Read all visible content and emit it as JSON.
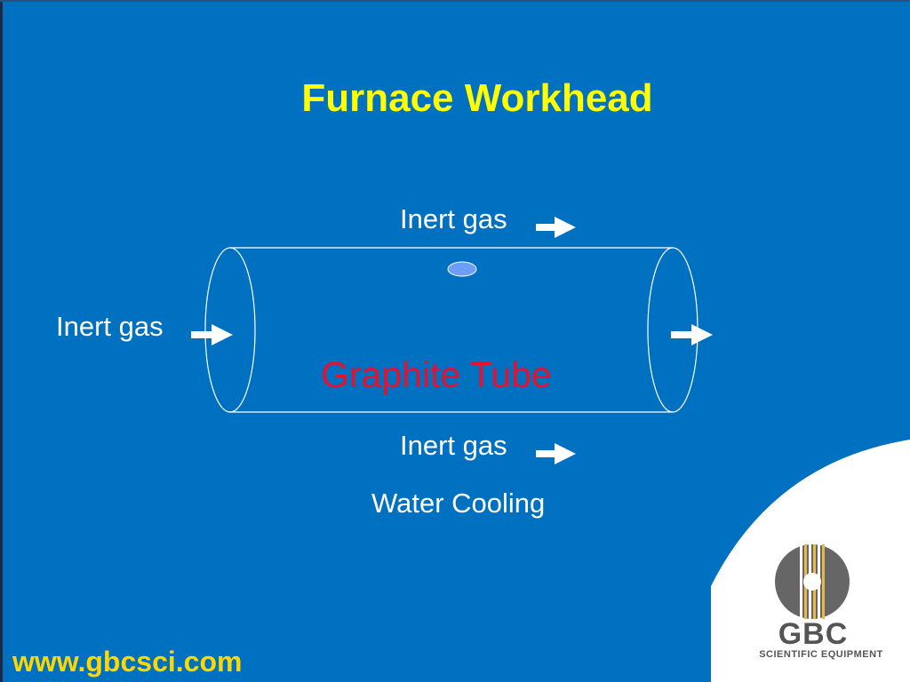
{
  "slide": {
    "title": "Furnace Workhead",
    "footer_url": "www.gbcsci.com",
    "colors": {
      "background": "#0070c0",
      "title": "#ffff00",
      "labels": "#ffffff",
      "tube_label": "#e8102f",
      "footer": "#ffd700",
      "logo_gray": "#555555"
    }
  },
  "diagram": {
    "tube_label": "Graphite Tube",
    "top_gas_label": "Inert gas",
    "left_gas_label": "Inert gas",
    "bottom_gas_label": "Inert gas",
    "water_cooling_label": "Water Cooling",
    "arrow_icon": "right-arrow-icon"
  },
  "logo": {
    "name": "GBC",
    "tagline": "SCIENTIFIC EQUIPMENT"
  }
}
